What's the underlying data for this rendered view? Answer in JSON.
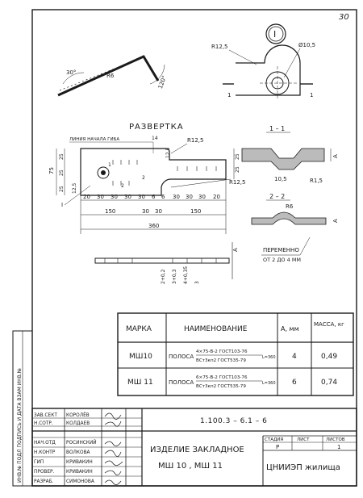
{
  "sheet_number": "30",
  "node_label": "I",
  "view_dims": {
    "r_corner": "R12,5",
    "hole": "Ø10,5"
  },
  "bend_dims": {
    "angle1": "30°",
    "angle2": "120°",
    "radius": "R6"
  },
  "development": {
    "title": "РАЗВЕРТКА",
    "bend_line_label": "ЛИНИЯ НАЧАЛА ГИБА",
    "r_top": "R12,5",
    "r_bottom": "R12,5",
    "h_total": "75",
    "h_parts": [
      "25",
      "25",
      "25"
    ],
    "h_right": [
      "25",
      "25"
    ],
    "small": "14",
    "small2": "12,5",
    "small3": "12,5",
    "chain_left": [
      "20",
      "30",
      "30",
      "30"
    ],
    "chain_mid": [
      "30",
      "6",
      "6"
    ],
    "chain_right": [
      "30",
      "30",
      "30",
      "20"
    ],
    "sub_left": "150",
    "sub_mid": [
      "30",
      "30"
    ],
    "sub_right": "150",
    "overall": "360",
    "mark_I": "I"
  },
  "section_1": {
    "label": "1 – 1",
    "w": "10,5",
    "r": "R1,5",
    "a": "A"
  },
  "section_2": {
    "label": "2 – 2",
    "r": "R6",
    "a": "A"
  },
  "note_var": {
    "label": "ПЕРЕМЕННО",
    "range": "ОТ 2 ДО 4 ММ"
  },
  "offsets": [
    "2+0,2",
    "3+0,3",
    "4+0,35",
    "3"
  ],
  "offset_a": "А",
  "table": {
    "headers": [
      "МАРКА",
      "НАИМЕНОВАНИЕ",
      "А, мм",
      "МАССА, кг"
    ],
    "rows": [
      {
        "mark": "МШ10",
        "type": "ПОЛОСА",
        "num": "4×75-В-2 ГОСТ103-76",
        "den": "ВСт3кп2 ГОСТ535-79",
        "len": "L=360",
        "a": "4",
        "mass": "0,49"
      },
      {
        "mark": "МШ 11",
        "type": "ПОЛОСА",
        "num": "6×75-В-2 ГОСТ103-76",
        "den": "ВСт3кп2 ГОСТ535-79",
        "len": "L=360",
        "a": "6",
        "mass": "0,74"
      }
    ]
  },
  "title_block": {
    "code": "1.100.3 – 6.1 – 6",
    "product": "ИЗДЕЛИЕ ЗАКЛАДНОЕ",
    "marks": "МШ 10 , МШ 11",
    "org": "ЦНИИЭП жилища",
    "stage_h": "СТАДИЯ",
    "sheet_h": "ЛИСТ",
    "sheets_h": "ЛИСТОВ",
    "stage": "Р",
    "sheet": "",
    "sheets": "1",
    "people": [
      {
        "role": "ЗАВ.СЕКТ",
        "name": "КОРОЛЁВ"
      },
      {
        "role": "Н.СОТР.",
        "name": "КОЛДАЕВ"
      },
      {
        "role": "НАЧ.ОТД",
        "name": "РОСИНСКИЙ"
      },
      {
        "role": "Н.КОНТР",
        "name": "ВОЛКОВА"
      },
      {
        "role": "ГИП",
        "name": "КРИВАКИН"
      },
      {
        "role": "ПРОВЕР.",
        "name": "КРИВАКИН"
      },
      {
        "role": "РАЗРАБ.",
        "name": "СИМОНОВА"
      }
    ]
  },
  "side_stamp": "ИНВ.№ ПОДЛ ПОДПИСЬ И ДАТА ВЗАМ ИНВ.№"
}
